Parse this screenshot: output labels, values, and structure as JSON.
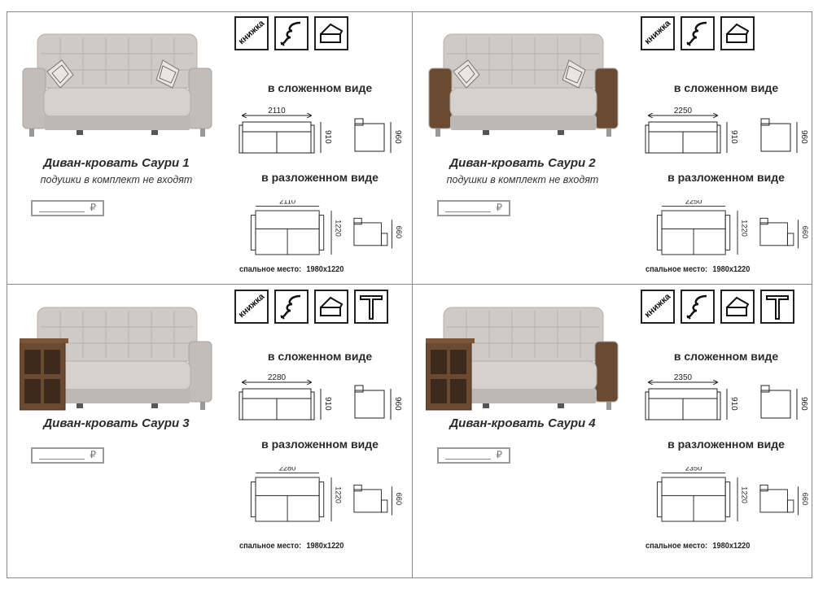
{
  "labels": {
    "book_icon_text": "книжка",
    "folded": "в сложенном виде",
    "unfolded": "в разложенном виде",
    "sleep_place_label": "спальное место:",
    "currency": "₽"
  },
  "products": [
    {
      "name": "Диван-кровать Саури 1",
      "note": "подушки в комплект не входят",
      "folded_width": "2110",
      "folded_depth": "910",
      "folded_side_depth": "960",
      "unfolded_width": "2110",
      "unfolded_depth": "1220",
      "unfolded_side_depth": "660",
      "sleep_size": "1980x1220",
      "icons": [
        "book-icon",
        "zigzag-icon",
        "storage-box-icon"
      ]
    },
    {
      "name": "Диван-кровать Саури 2",
      "note": "подушки в комплект не входят",
      "folded_width": "2250",
      "folded_depth": "910",
      "folded_side_depth": "960",
      "unfolded_width": "2250",
      "unfolded_depth": "1220",
      "unfolded_side_depth": "660",
      "sleep_size": "1980x1220",
      "icons": [
        "book-icon",
        "zigzag-icon",
        "storage-box-icon"
      ]
    },
    {
      "name": "Диван-кровать Саури 3",
      "note": "",
      "folded_width": "2280",
      "folded_depth": "910",
      "folded_side_depth": "960",
      "unfolded_width": "2280",
      "unfolded_depth": "1220",
      "unfolded_side_depth": "660",
      "sleep_size": "1980x1220",
      "icons": [
        "book-icon",
        "zigzag-icon",
        "storage-box-icon",
        "table-icon"
      ]
    },
    {
      "name": "Диван-кровать Саури 4",
      "note": "",
      "folded_width": "2350",
      "folded_depth": "910",
      "folded_side_depth": "960",
      "unfolded_width": "2350",
      "unfolded_depth": "1220",
      "unfolded_side_depth": "660",
      "sleep_size": "1980x1220",
      "icons": [
        "book-icon",
        "zigzag-icon",
        "storage-box-icon",
        "table-icon"
      ]
    }
  ],
  "colors": {
    "border": "#8a8a8a",
    "fabric": "#c8c4c0",
    "fabric_dark": "#aaa5a0",
    "wood": "#6b4a32"
  }
}
